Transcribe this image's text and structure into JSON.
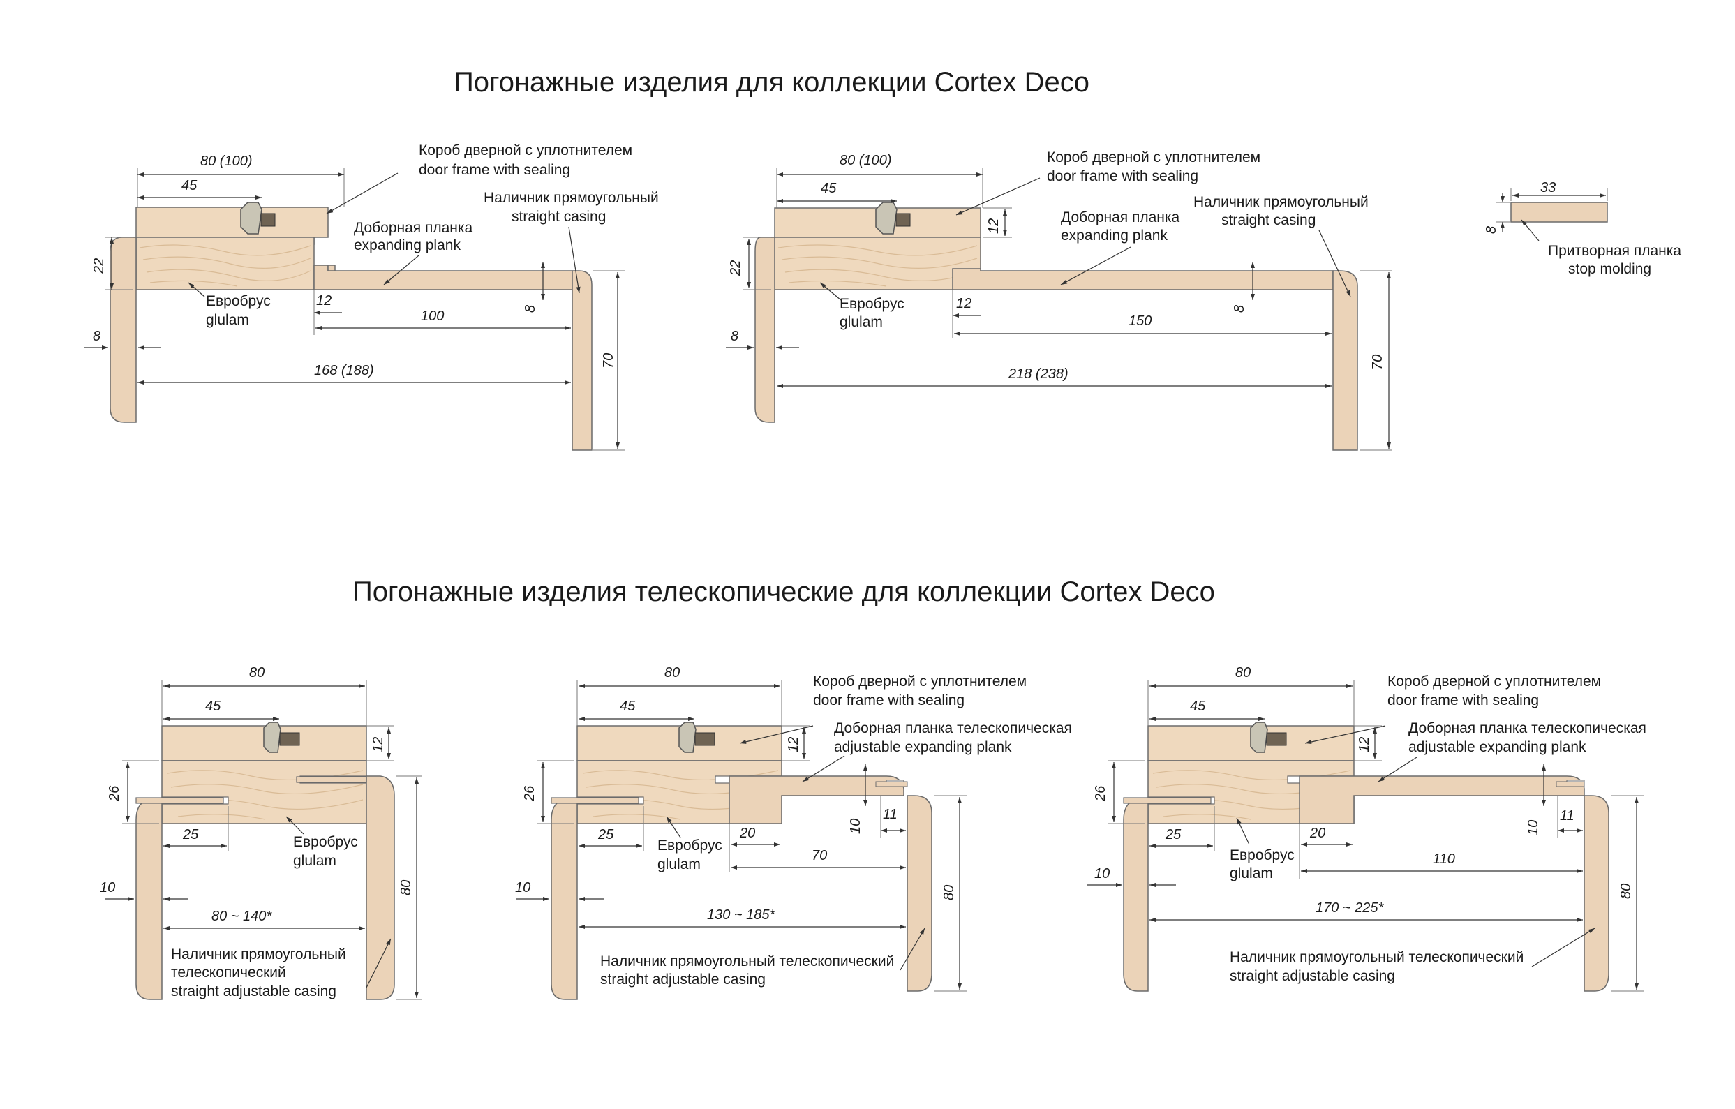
{
  "titles": {
    "standard": "Погонажные изделия для коллекции Cortex Deco",
    "telescopic": "Погонажные изделия телескопические для коллекции Cortex Deco"
  },
  "labels": {
    "frame_ru": "Короб дверной с уплотнителем",
    "frame_en": "door frame with sealing",
    "plank_ru": "Доборная планка",
    "plank_en": "expanding plank",
    "casing_ru": "Наличник прямоугольный",
    "casing_en": "straight casing",
    "glulam_ru": "Евробрус",
    "glulam_en": "glulam",
    "stop_ru": "Притворная планка",
    "stop_en": "stop molding",
    "adj_plank_ru": "Доборная планка телескопическая",
    "adj_plank_en": "adjustable expanding plank",
    "adj_casing_ru_1": "Наличник прямоугольный",
    "adj_casing_ru_2": "телескопический",
    "adj_casing_en": "straight adjustable casing",
    "adj_casing_ru_full": "Наличник прямоугольный телескопический"
  },
  "dims": {
    "d1": {
      "width": "80 (100)",
      "inner": "45",
      "h22": "22",
      "t8": "8",
      "gap12": "12",
      "plank": "100",
      "pt8": "8",
      "total": "168 (188)",
      "casing": "70"
    },
    "d2": {
      "width": "80 (100)",
      "inner": "45",
      "h12": "12",
      "h22": "22",
      "t8": "8",
      "gap12": "12",
      "plank": "150",
      "pt8": "8",
      "total": "218 (238)",
      "casing": "70"
    },
    "stop": {
      "w": "33",
      "h": "8"
    },
    "t1": {
      "width": "80",
      "inner": "45",
      "h12": "12",
      "h26": "26",
      "slot": "25",
      "t10": "10",
      "range": "80 ~ 140*",
      "casing": "80"
    },
    "t2": {
      "width": "80",
      "inner": "45",
      "h12": "12",
      "h26": "26",
      "slot": "25",
      "s20": "20",
      "plank": "70",
      "p10": "10",
      "s11": "11",
      "t10": "10",
      "range": "130 ~ 185*",
      "casing": "80"
    },
    "t3": {
      "width": "80",
      "inner": "45",
      "h12": "12",
      "h26": "26",
      "slot": "25",
      "s20": "20",
      "plank": "110",
      "p10": "10",
      "s11": "11",
      "t10": "10",
      "range": "170 ~ 225*",
      "casing": "80"
    }
  }
}
